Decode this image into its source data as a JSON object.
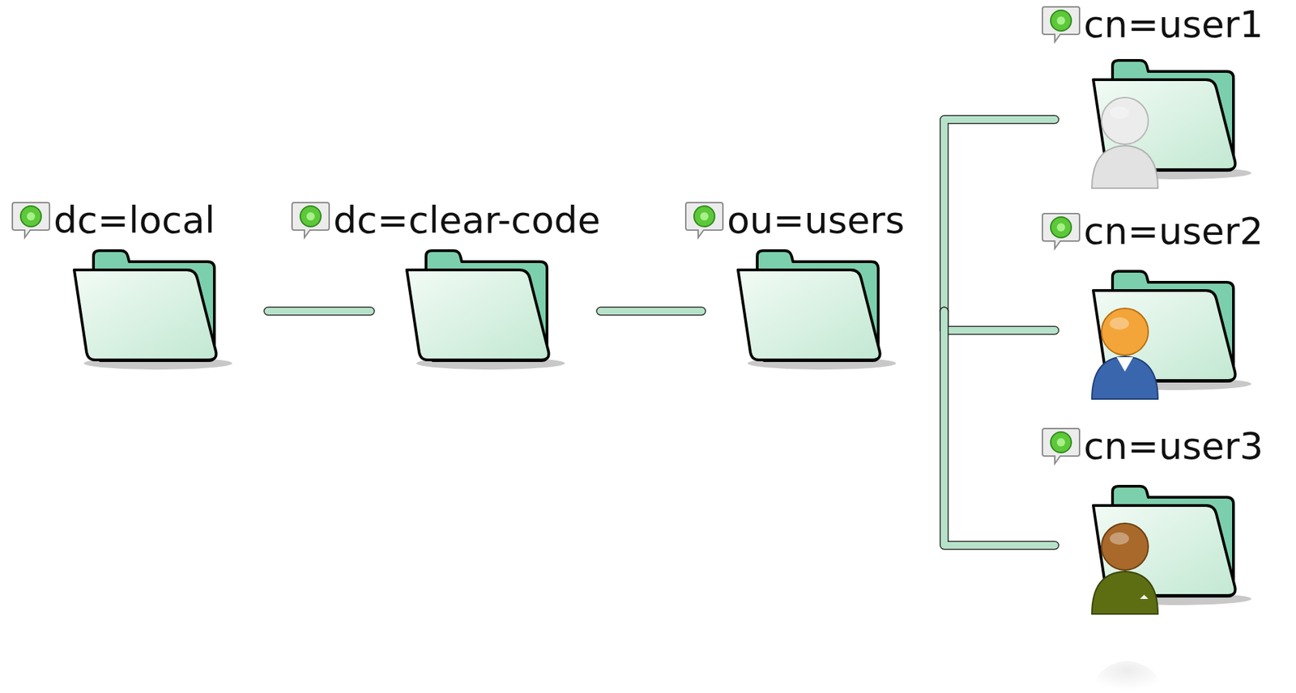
{
  "diagram": {
    "nodes": [
      {
        "text": [
          "dc=local"
        ]
      },
      {
        "text": [
          "dc=clear-code"
        ]
      },
      {
        "text": [
          "ou=users"
        ]
      },
      {
        "text": [
          "cn=user1"
        ]
      },
      {
        "text": [
          "cn=user2"
        ]
      },
      {
        "text": [
          "cn=user3"
        ]
      }
    ],
    "edges": [
      {
        "from": 0,
        "to": 1,
        "arrow": "none"
      },
      {
        "from": 1,
        "to": 2,
        "arrow": "none"
      },
      {
        "from": 2,
        "to": 3,
        "arrow": "none"
      },
      {
        "from": 2,
        "to": 4,
        "arrow": "none"
      },
      {
        "from": 2,
        "to": 5,
        "arrow": "none"
      }
    ]
  }
}
